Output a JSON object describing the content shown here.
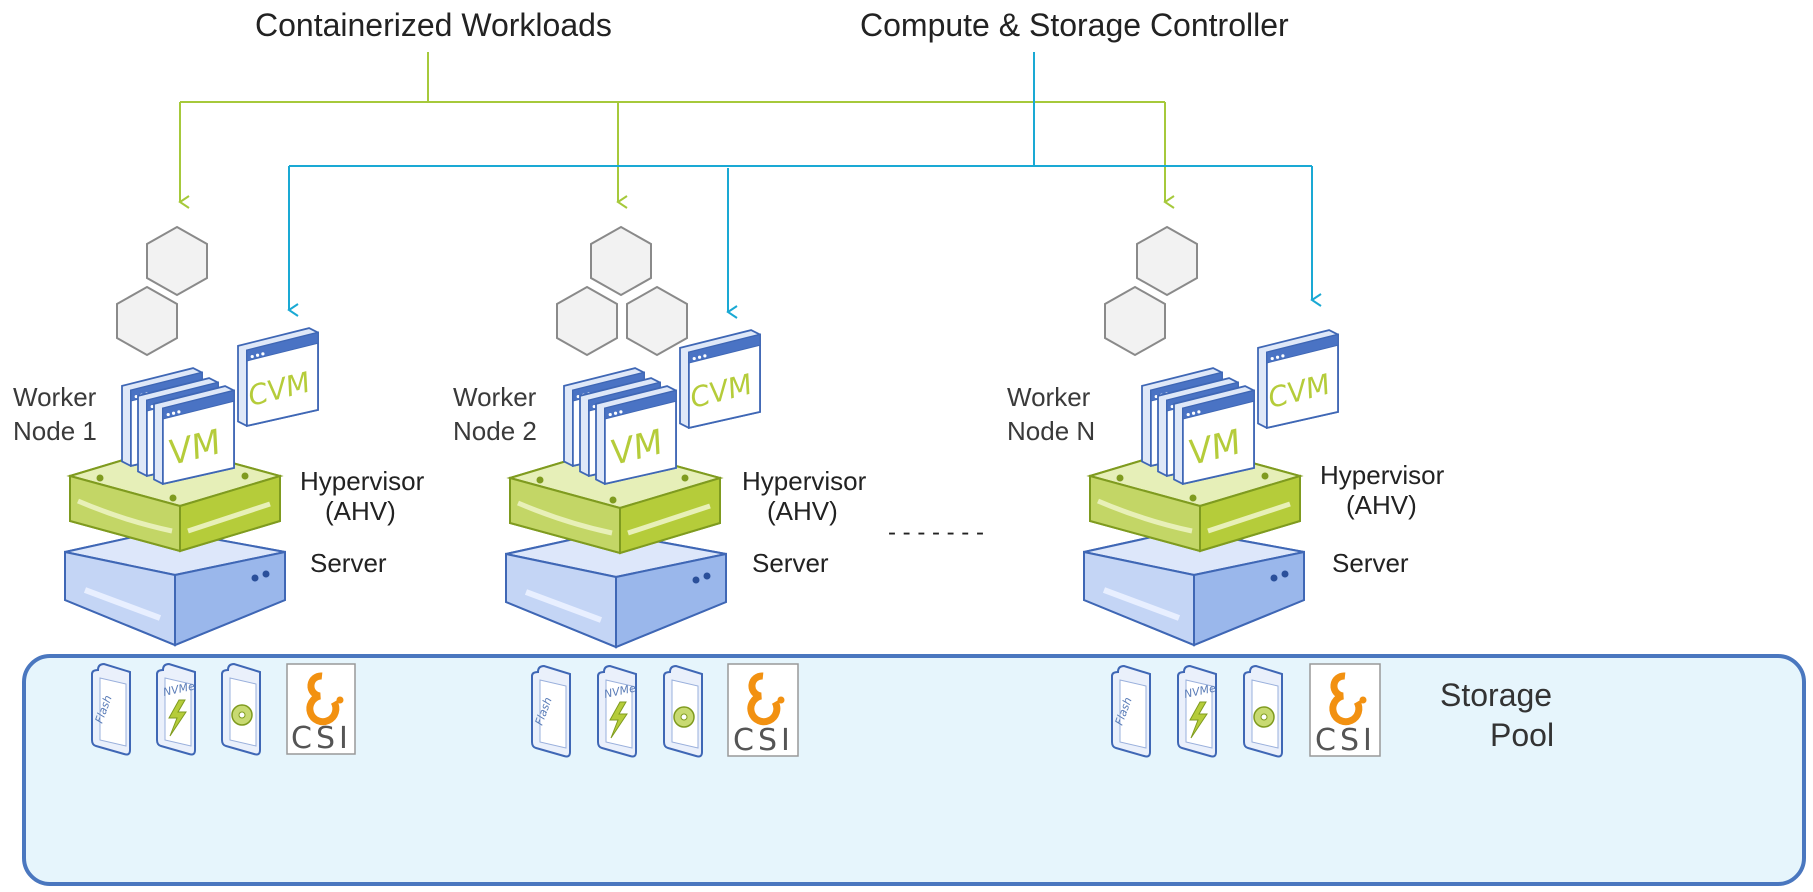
{
  "headers": {
    "containerized": "Containerized Workloads",
    "controller": "Compute & Storage Controller"
  },
  "nodes": [
    {
      "worker_line1": "Worker",
      "worker_line2": "Node 1",
      "hyp_line1": "Hypervisor",
      "hyp_line2": "(AHV)",
      "server": "Server",
      "vm": "VM",
      "cvm": "CVM"
    },
    {
      "worker_line1": "Worker",
      "worker_line2": "Node 2",
      "hyp_line1": "Hypervisor",
      "hyp_line2": "(AHV)",
      "server": "Server",
      "vm": "VM",
      "cvm": "CVM"
    },
    {
      "worker_line1": "Worker",
      "worker_line2": "Node N",
      "hyp_line1": "Hypervisor",
      "hyp_line2": "(AHV)",
      "server": "Server",
      "vm": "VM",
      "cvm": "CVM"
    }
  ],
  "ellipsis": "- - - - - - -",
  "storage_pool": {
    "line1": "Storage",
    "line2": "Pool"
  },
  "storage_devices": {
    "flash": "Flash",
    "nvme": "NVMe",
    "csi": "CSI"
  },
  "colors": {
    "workload_line": "#a6c93b",
    "controller_line": "#1aa9d4",
    "hexagon_fill": "#f2f2f2",
    "hexagon_stroke": "#8a8a8a",
    "hypervisor": "#c5d86d",
    "server": "#a8c1ee",
    "pool_fill": "#e6f5fc",
    "pool_stroke": "#4a77bf",
    "csi_orange": "#f29111"
  },
  "icons": [
    "hexagon-icon",
    "vm-window-icon",
    "cvm-window-icon",
    "hypervisor-box-icon",
    "server-box-icon",
    "flash-drive-icon",
    "nvme-drive-icon",
    "disk-drive-icon",
    "csi-logo-icon"
  ]
}
